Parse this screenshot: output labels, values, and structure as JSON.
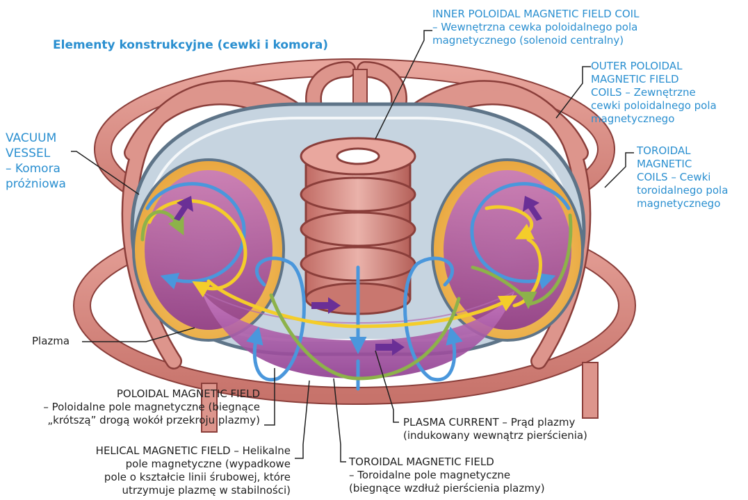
{
  "title": "Elementy konstrukcyjne (cewki i komora)",
  "labels": {
    "inner_poloidal": {
      "lines": [
        "INNER POLOIDAL MAGNETIC FIELD COIL",
        "– Wewnętrzna cewka poloidalnego pola",
        "magnetycznego (solenoid centralny)"
      ]
    },
    "outer_poloidal": {
      "lines": [
        "OUTER POLOIDAL",
        "MAGNETIC FIELD",
        "COILS – Zewnętrzne",
        "cewki poloidalnego pola",
        "magnetycznego"
      ]
    },
    "vacuum_vessel": {
      "lines": [
        "VACUUM",
        "VESSEL",
        "– Komora",
        "próżniowa"
      ]
    },
    "toroidal_coils": {
      "lines": [
        "TOROIDAL",
        "MAGNETIC",
        "COILS – Cewki",
        "toroidalnego pola",
        "magnetycznego"
      ]
    },
    "plasma": {
      "lines": [
        "Plazma"
      ]
    },
    "poloidal_field": {
      "lines": [
        "POLOIDAL MAGNETIC FIELD",
        "– Poloidalne pole magnetyczne (biegnące",
        "„krótszą” drogą wokół przekroju plazmy)"
      ]
    },
    "plasma_current": {
      "lines": [
        "PLASMA CURRENT – Prąd plazmy",
        "(indukowany wewnątrz pierścienia)"
      ]
    },
    "helical_field": {
      "lines": [
        "HELICAL MAGNETIC FIELD – Helikalne",
        "pole magnetyczne (wypadkowe",
        "pole o kształcie linii śrubowej, które",
        "utrzymuje plazmę w stabilności)"
      ]
    },
    "toroidal_field": {
      "lines": [
        "TOROIDAL MAGNETIC FIELD",
        "– Toroidalne pole magnetyczne",
        "(biegnące wzdłuż pierścienia plazmy)"
      ]
    }
  },
  "colors": {
    "coil_fill": "#d98c84",
    "coil_stroke": "#8a3e3a",
    "vessel_fill": "#c6d4e0",
    "vessel_stroke": "#5e7488",
    "plasma_fill": "#a24c9e",
    "glow_fill": "#f0b54a",
    "poloidal_arrow": "#4a97dc",
    "toroidal_arrow": "#f4cd2a",
    "helical_arrow": "#8db24a",
    "current_arrow": "#6a2f96",
    "label_blue": "#2a8fd0"
  }
}
